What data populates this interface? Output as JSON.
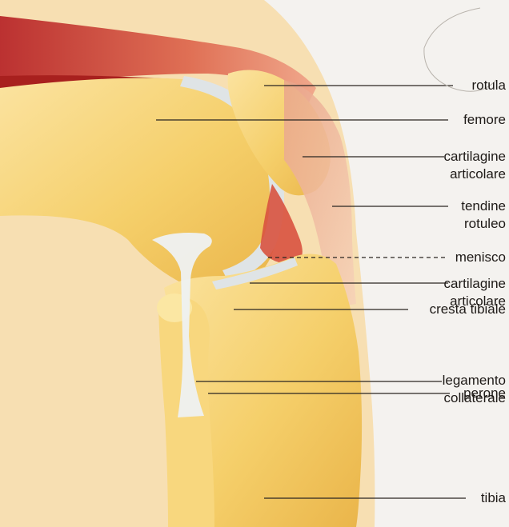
{
  "labels": {
    "rotula": "rotula",
    "femore": "femore",
    "cartilagine_sup_1": "cartilagine",
    "cartilagine_sup_2": "articolare",
    "tendine_1": "tendine",
    "tendine_2": "rotuleo",
    "menisco": "menisco",
    "cartilagine_inf_1": "cartilagine",
    "cartilagine_inf_2": "articolare",
    "cresta": "cresta tibiale",
    "legamento_1": "legamento",
    "legamento_2": "collaterale",
    "perone": "perone",
    "tibia": "tibia"
  },
  "colors": {
    "bone": "#f5cf6a",
    "bone_light": "#fbe7a3",
    "muscle": "#d8523f",
    "cartilage": "#dfe4e6",
    "background": "#f4f2ef"
  }
}
